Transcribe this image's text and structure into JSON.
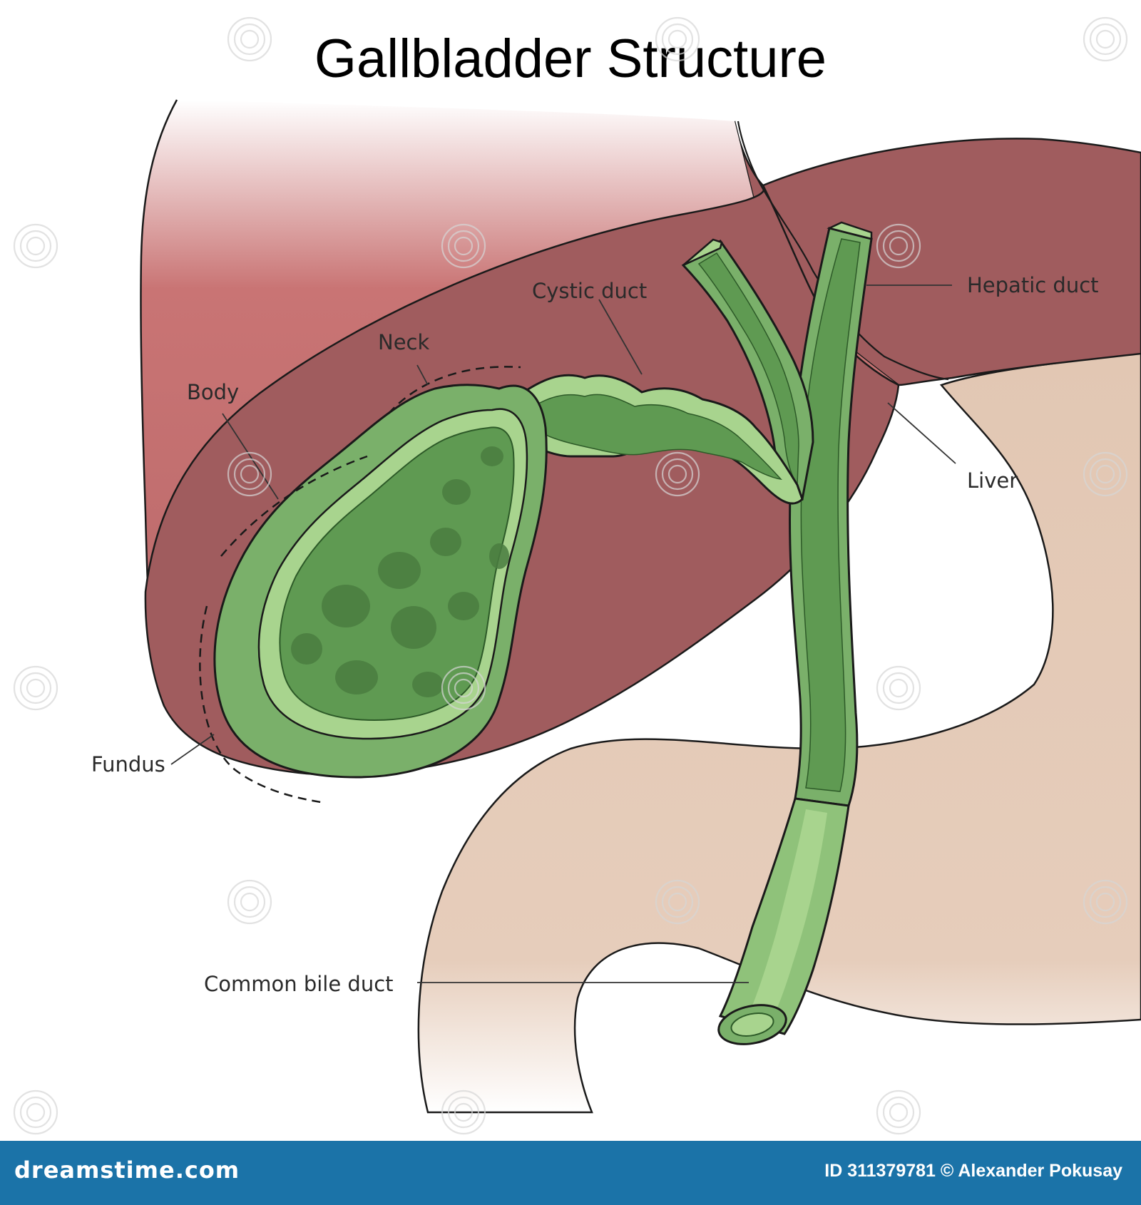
{
  "title": "Gallbladder Structure",
  "labels": {
    "body": "Body",
    "neck": "Neck",
    "cystic_duct": "Cystic duct",
    "hepatic_duct": "Hepatic duct",
    "liver": "Liver",
    "fundus": "Fundus",
    "common_bile_duct": "Common bile duct"
  },
  "watermark": {
    "text": "dreamstime",
    "icon": "dreamstime-spiral-icon"
  },
  "footer": {
    "brand": "dreamstime.com",
    "credit": "ID 311379781 © Alexander Pokusay"
  },
  "colors": {
    "liver_dark": "#a05c5e",
    "liver_light": "#c97474",
    "gallbladder_outer": "#7ab06a",
    "gallbladder_mid": "#a8d48e",
    "gallbladder_inner": "#5f9a52",
    "duodenum": "#e2c7b3",
    "footer_bar": "#1b73a8"
  }
}
